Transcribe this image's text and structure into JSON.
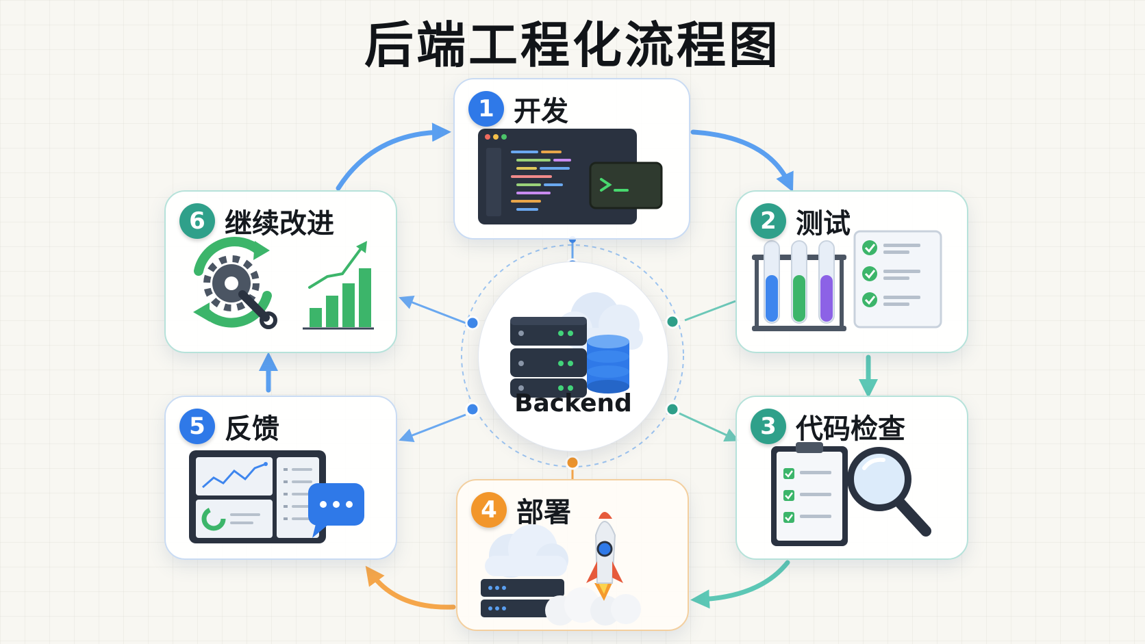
{
  "title": "后端工程化流程图",
  "center": {
    "label": "Backend"
  },
  "steps": [
    {
      "number": "1",
      "label": "开发"
    },
    {
      "number": "2",
      "label": "测试"
    },
    {
      "number": "3",
      "label": "代码检查"
    },
    {
      "number": "4",
      "label": "部署"
    },
    {
      "number": "5",
      "label": "反馈"
    },
    {
      "number": "6",
      "label": "继续改进"
    }
  ],
  "icons": {
    "step1": [
      "code-editor-icon",
      "terminal-icon"
    ],
    "step2": [
      "test-tubes-icon",
      "checklist-icon"
    ],
    "step3": [
      "clipboard-checklist-icon",
      "magnifier-icon"
    ],
    "step4": [
      "cloud-icon",
      "server-icon",
      "rocket-icon"
    ],
    "step5": [
      "dashboard-icon",
      "chat-bubble-icon"
    ],
    "step6": [
      "refresh-gear-icon",
      "growth-chart-icon"
    ],
    "center": [
      "server-stack-icon",
      "cloud-icon",
      "database-icon"
    ]
  },
  "colors": {
    "blue": "#2f79e8",
    "teal": "#2fa08a",
    "orange": "#f2962b",
    "arrow_blue": "#5a9ff0",
    "arrow_teal": "#5cc7b5",
    "arrow_orange": "#f5a64a"
  }
}
